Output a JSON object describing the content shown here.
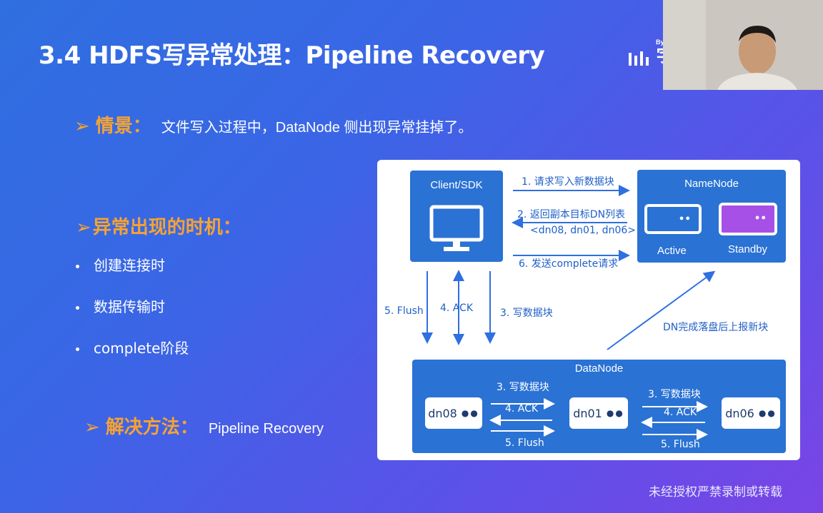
{
  "title": "3.4 HDFS写异常处理：Pipeline Recovery",
  "logo": {
    "icon": "bytedance-logo-icon",
    "by_text": "By",
    "char": "字"
  },
  "scenario": {
    "label": "情景：",
    "text": "文件写入过程中，DataNode 侧出现异常挂掉了。"
  },
  "timing": {
    "label": "异常出现的时机：",
    "items": [
      "创建连接时",
      "数据传输时",
      "complete阶段"
    ]
  },
  "solution": {
    "label": "解决方法：",
    "text": "Pipeline Recovery"
  },
  "diagram": {
    "client_label": "Client/SDK",
    "namenode_label": "NameNode",
    "active_label": "Active",
    "standby_label": "Standby",
    "datanode_label": "DataNode",
    "arrow1": "1. 请求写入新数据块",
    "arrow2": "2. 返回副本目标DN列表",
    "arrow2_sub": "<dn08, dn01, dn06>",
    "arrow6": "6. 发送complete请求",
    "flush_label": "5. Flush",
    "ack_label": "4. ACK",
    "write_label": "3. 写数据块",
    "report_label": "DN完成落盘后上报新块",
    "dn_nodes": [
      "dn08",
      "dn01",
      "dn06"
    ],
    "pipe1": {
      "write": "3. 写数据块",
      "ack": "4. ACK",
      "flush": "5. Flush"
    },
    "pipe2": {
      "write": "3. 写数据块",
      "ack": "4. ACK",
      "flush": "5. Flush"
    }
  },
  "watermark": "未经授权严禁录制或转载",
  "colors": {
    "accent": "#f5a333",
    "box": "#2a72d4",
    "standby": "#a650e8",
    "arrow": "#2f6fe0"
  }
}
